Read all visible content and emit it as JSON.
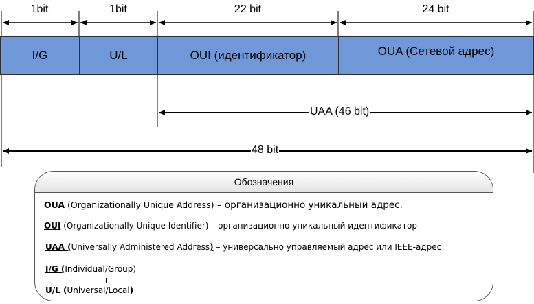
{
  "bit_widths": {
    "ig": "1bit",
    "ul": "1bit",
    "oui": "22 bit",
    "oua": "24 bit"
  },
  "fields": {
    "ig": "I/G",
    "ul": "U/L",
    "oui": "OUI (идентификатор)",
    "oua": "OUA (Сетевой адрес)"
  },
  "spans": {
    "uaa": "UAA (46 bit)",
    "total": "48 bit"
  },
  "legend": {
    "title": "Обозначения",
    "oua": {
      "abbr": "OUA",
      "en": " (Organizationally Unique Address)",
      "ru": " – организационно уникальный адрес."
    },
    "oui": {
      "abbr": "OUI",
      "en": " (Organizationally Unique Identifier)",
      "ru": " – организационно уникальный идентификатор"
    },
    "uaa": {
      "abbr": "UAA (",
      "en": "Universally Administered Address",
      "close": ")",
      "ru": " – универсально управляемый адрес или IEEE-адрес"
    },
    "ig": {
      "abbr": "I/G (",
      "en": "Individual/Group)"
    },
    "ul": {
      "abbr": "U/L (",
      "en": "Universal/Local",
      "close": ")"
    }
  },
  "colors": {
    "field_fill": "#6f98d8",
    "line": "#000000"
  }
}
